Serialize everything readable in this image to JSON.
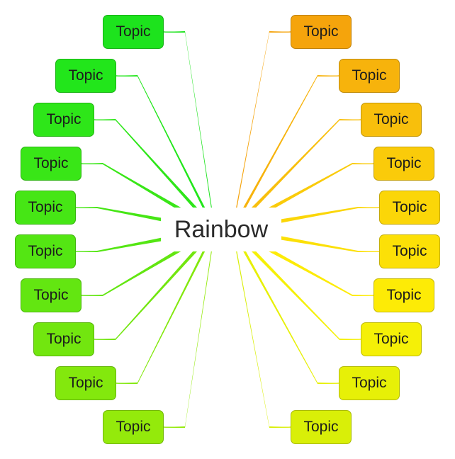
{
  "central_topic": {
    "label": "Rainbow"
  },
  "left_branches": [
    {
      "label": "Topic",
      "color": "#1de31d"
    },
    {
      "label": "Topic",
      "color": "#22e61b"
    },
    {
      "label": "Topic",
      "color": "#2ee619"
    },
    {
      "label": "Topic",
      "color": "#39e617"
    },
    {
      "label": "Topic",
      "color": "#46e615"
    },
    {
      "label": "Topic",
      "color": "#54e613"
    },
    {
      "label": "Topic",
      "color": "#63e611"
    },
    {
      "label": "Topic",
      "color": "#72e60f"
    },
    {
      "label": "Topic",
      "color": "#83e80d"
    },
    {
      "label": "Topic",
      "color": "#94ea0b"
    }
  ],
  "right_branches": [
    {
      "label": "Topic",
      "color": "#f5a40c"
    },
    {
      "label": "Topic",
      "color": "#f7b30c"
    },
    {
      "label": "Topic",
      "color": "#f8bf0c"
    },
    {
      "label": "Topic",
      "color": "#facb0a"
    },
    {
      "label": "Topic",
      "color": "#fbd608"
    },
    {
      "label": "Topic",
      "color": "#fce007"
    },
    {
      "label": "Topic",
      "color": "#fdeb06"
    },
    {
      "label": "Topic",
      "color": "#f5f007"
    },
    {
      "label": "Topic",
      "color": "#e7f007"
    },
    {
      "label": "Topic",
      "color": "#d9ef08"
    }
  ]
}
